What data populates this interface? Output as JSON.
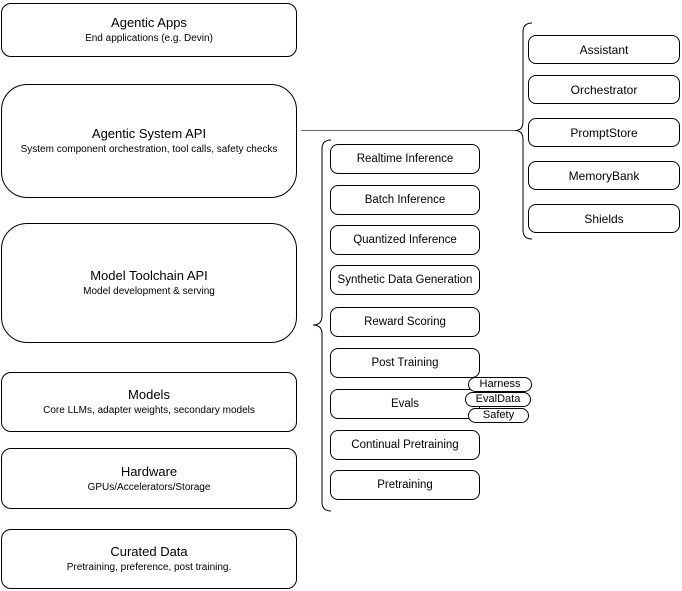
{
  "left_stack": [
    {
      "title": "Agentic Apps",
      "subtitle": "End applications (e.g. Devin)"
    },
    {
      "title": "Agentic System API",
      "subtitle": "System component orchestration, tool calls, safety checks"
    },
    {
      "title": "Model Toolchain API",
      "subtitle": "Model development & serving"
    },
    {
      "title": "Models",
      "subtitle": "Core LLMs, adapter weights, secondary models"
    },
    {
      "title": "Hardware",
      "subtitle": "GPUs/Accelerators/Storage"
    },
    {
      "title": "Curated Data",
      "subtitle": "Pretraining, preference, post training."
    }
  ],
  "toolchain_services": [
    "Realtime Inference",
    "Batch Inference",
    "Quantized Inference",
    "Synthetic Data Generation",
    "Reward Scoring",
    "Post Training",
    "Evals",
    "Continual Pretraining",
    "Pretraining"
  ],
  "eval_suites": [
    "Harness",
    "EvalData",
    "Safety"
  ],
  "system_components": [
    "Assistant",
    "Orchestrator",
    "PromptStore",
    "MemoryBank",
    "Shields"
  ],
  "colors": {
    "stroke": "#000000",
    "connector": "#666666",
    "background": "#ffffff"
  }
}
